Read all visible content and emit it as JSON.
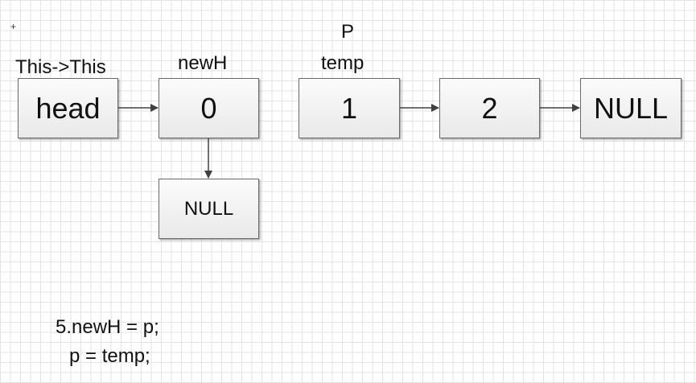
{
  "labels": {
    "head_label": "This->This",
    "newh_label": "newH",
    "p_label": "P",
    "temp_label": "temp"
  },
  "nodes": {
    "head": "head",
    "node0": "0",
    "node1": "1",
    "node2": "2",
    "null_right": "NULL",
    "null_below": "NULL"
  },
  "code": {
    "line1": "5.newH = p;",
    "line2": "p = temp;"
  },
  "colors": {
    "box_border": "#6a6a6a",
    "arrow": "#404040",
    "grid": "#e3e3e3"
  }
}
